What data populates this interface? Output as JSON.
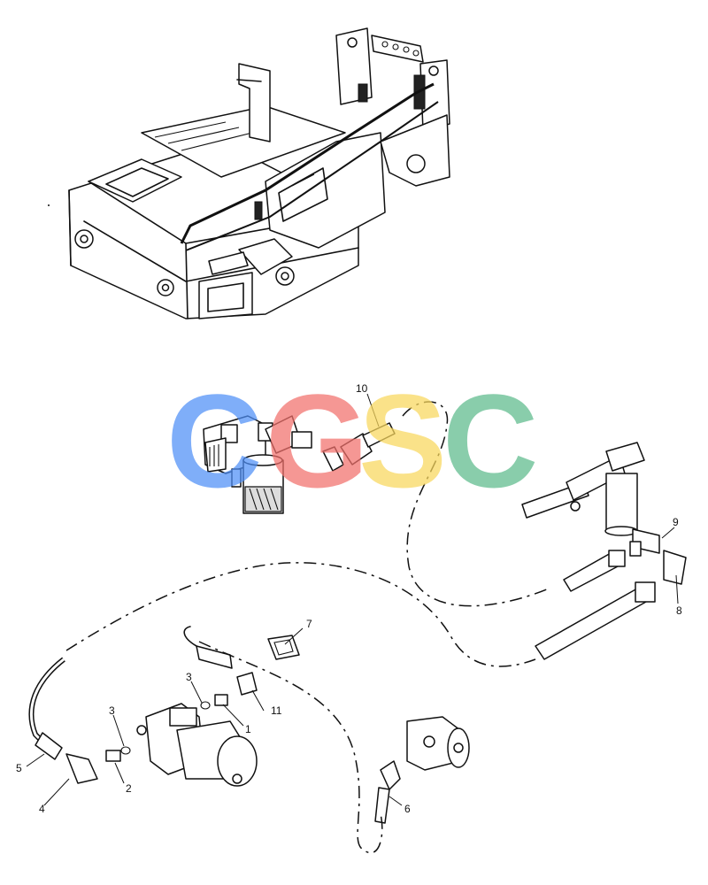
{
  "diagram": {
    "callouts": [
      {
        "id": "c1",
        "label": "1"
      },
      {
        "id": "c2",
        "label": "2"
      },
      {
        "id": "c3a",
        "label": "3"
      },
      {
        "id": "c3b",
        "label": "3"
      },
      {
        "id": "c4",
        "label": "4"
      },
      {
        "id": "c5",
        "label": "5"
      },
      {
        "id": "c6",
        "label": "6"
      },
      {
        "id": "c7",
        "label": "7"
      },
      {
        "id": "c8",
        "label": "8"
      },
      {
        "id": "c9",
        "label": "9"
      },
      {
        "id": "c10",
        "label": "10"
      },
      {
        "id": "c11",
        "label": "11"
      }
    ]
  },
  "watermark": {
    "text": "CGSC",
    "letters": [
      {
        "char": "C",
        "color": "#4f8ff7"
      },
      {
        "char": "G",
        "color": "#f2706b"
      },
      {
        "char": "S",
        "color": "#f9d75c"
      },
      {
        "char": "C",
        "color": "#5dbb8c"
      }
    ]
  }
}
